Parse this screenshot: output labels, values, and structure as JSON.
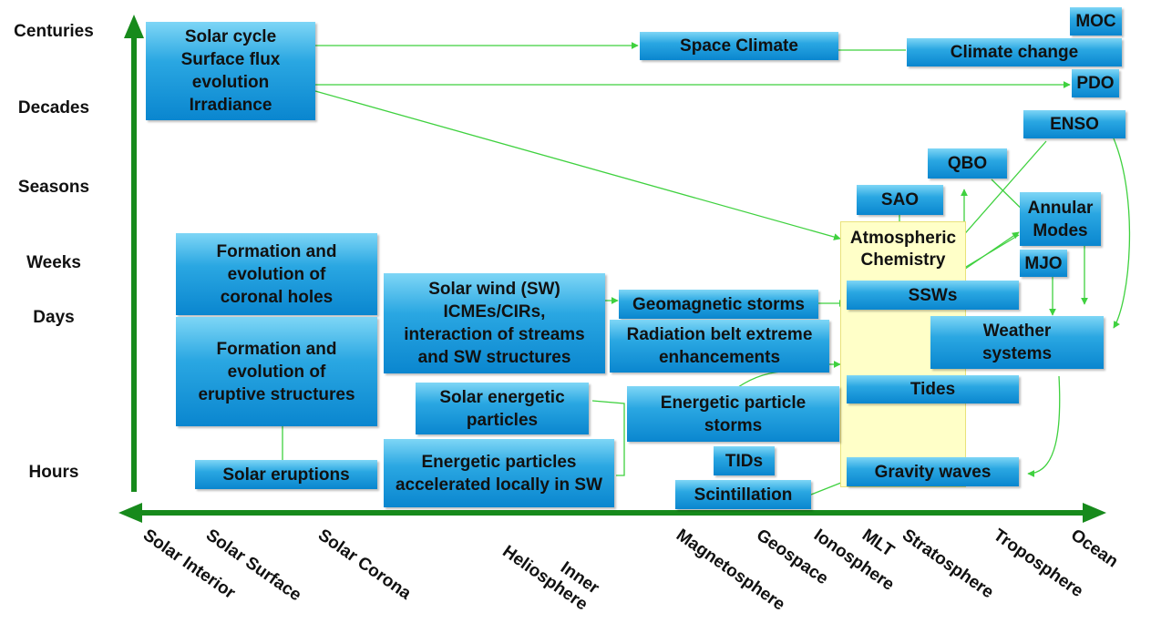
{
  "y_axis_labels": [
    "Centuries",
    "Decades",
    "Seasons",
    "Weeks",
    "Days",
    "Hours"
  ],
  "x_axis_labels": [
    "Solar Interior",
    "Solar Surface",
    "Solar Corona",
    "Inner\nHeliosphere",
    "Magnetosphere",
    "Geospace",
    "Ionosphere",
    "MLT",
    "Stratosphere",
    "Troposphere",
    "Ocean"
  ],
  "atmospheric_chemistry": "Atmospheric\nChemistry",
  "boxes": {
    "solar_cycle": "Solar cycle\nSurface flux\nevolution\nIrradiance",
    "space_climate": "Space Climate",
    "climate_change": "Climate change",
    "moc": "MOC",
    "pdo": "PDO",
    "enso": "ENSO",
    "qbo": "QBO",
    "sao": "SAO",
    "annular_modes": "Annular\nModes",
    "mjo": "MJO",
    "coronal_holes": "Formation and\nevolution of\ncoronal holes",
    "eruptive_structures": "Formation and\nevolution of\neruptive structures",
    "solar_eruptions": "Solar eruptions",
    "solar_wind": "Solar wind (SW)\nICMEs/CIRs,\ninteraction of streams\nand SW structures",
    "solar_energetic_particles": "Solar energetic\nparticles",
    "energetic_particles_local": "Energetic particles\naccelerated locally in SW",
    "geomagnetic_storms": "Geomagnetic storms",
    "radiation_belt": "Radiation belt extreme\nenhancements",
    "energetic_particle_storms": "Energetic particle\nstorms",
    "tids": "TIDs",
    "scintillation": "Scintillation",
    "ssws": "SSWs",
    "weather_systems": "Weather\nsystems",
    "tides": "Tides",
    "gravity_waves": "Gravity waves"
  },
  "colors": {
    "axis": "#178a1c",
    "connector": "#3fd13f",
    "box_top": "#7ed6f6",
    "box_bottom": "#0a86cf",
    "chemistry_fill": "#ffffc8"
  }
}
